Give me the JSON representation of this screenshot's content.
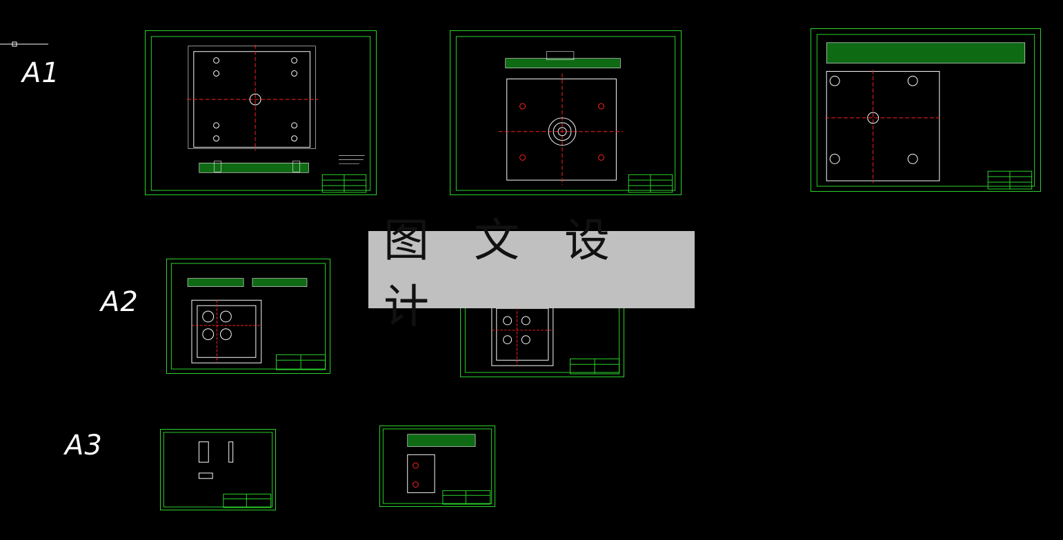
{
  "size_labels": {
    "a1": "A1",
    "a2": "A2",
    "a3": "A3"
  },
  "watermark": {
    "text": "图 文 设 计"
  },
  "colors": {
    "background": "#000000",
    "frame": "#2bd62b",
    "geometry": "#ffffff",
    "centerline": "#ff2020",
    "hatch": "#2bd62b",
    "watermark_bg": "#c0c0c0"
  },
  "drawings": [
    {
      "id": "sheet-1",
      "size": "A1"
    },
    {
      "id": "sheet-2",
      "size": "A1"
    },
    {
      "id": "sheet-3",
      "size": "A1"
    },
    {
      "id": "sheet-4",
      "size": "A2"
    },
    {
      "id": "sheet-5",
      "size": "A2"
    },
    {
      "id": "sheet-6",
      "size": "A3"
    },
    {
      "id": "sheet-7",
      "size": "A3"
    }
  ]
}
